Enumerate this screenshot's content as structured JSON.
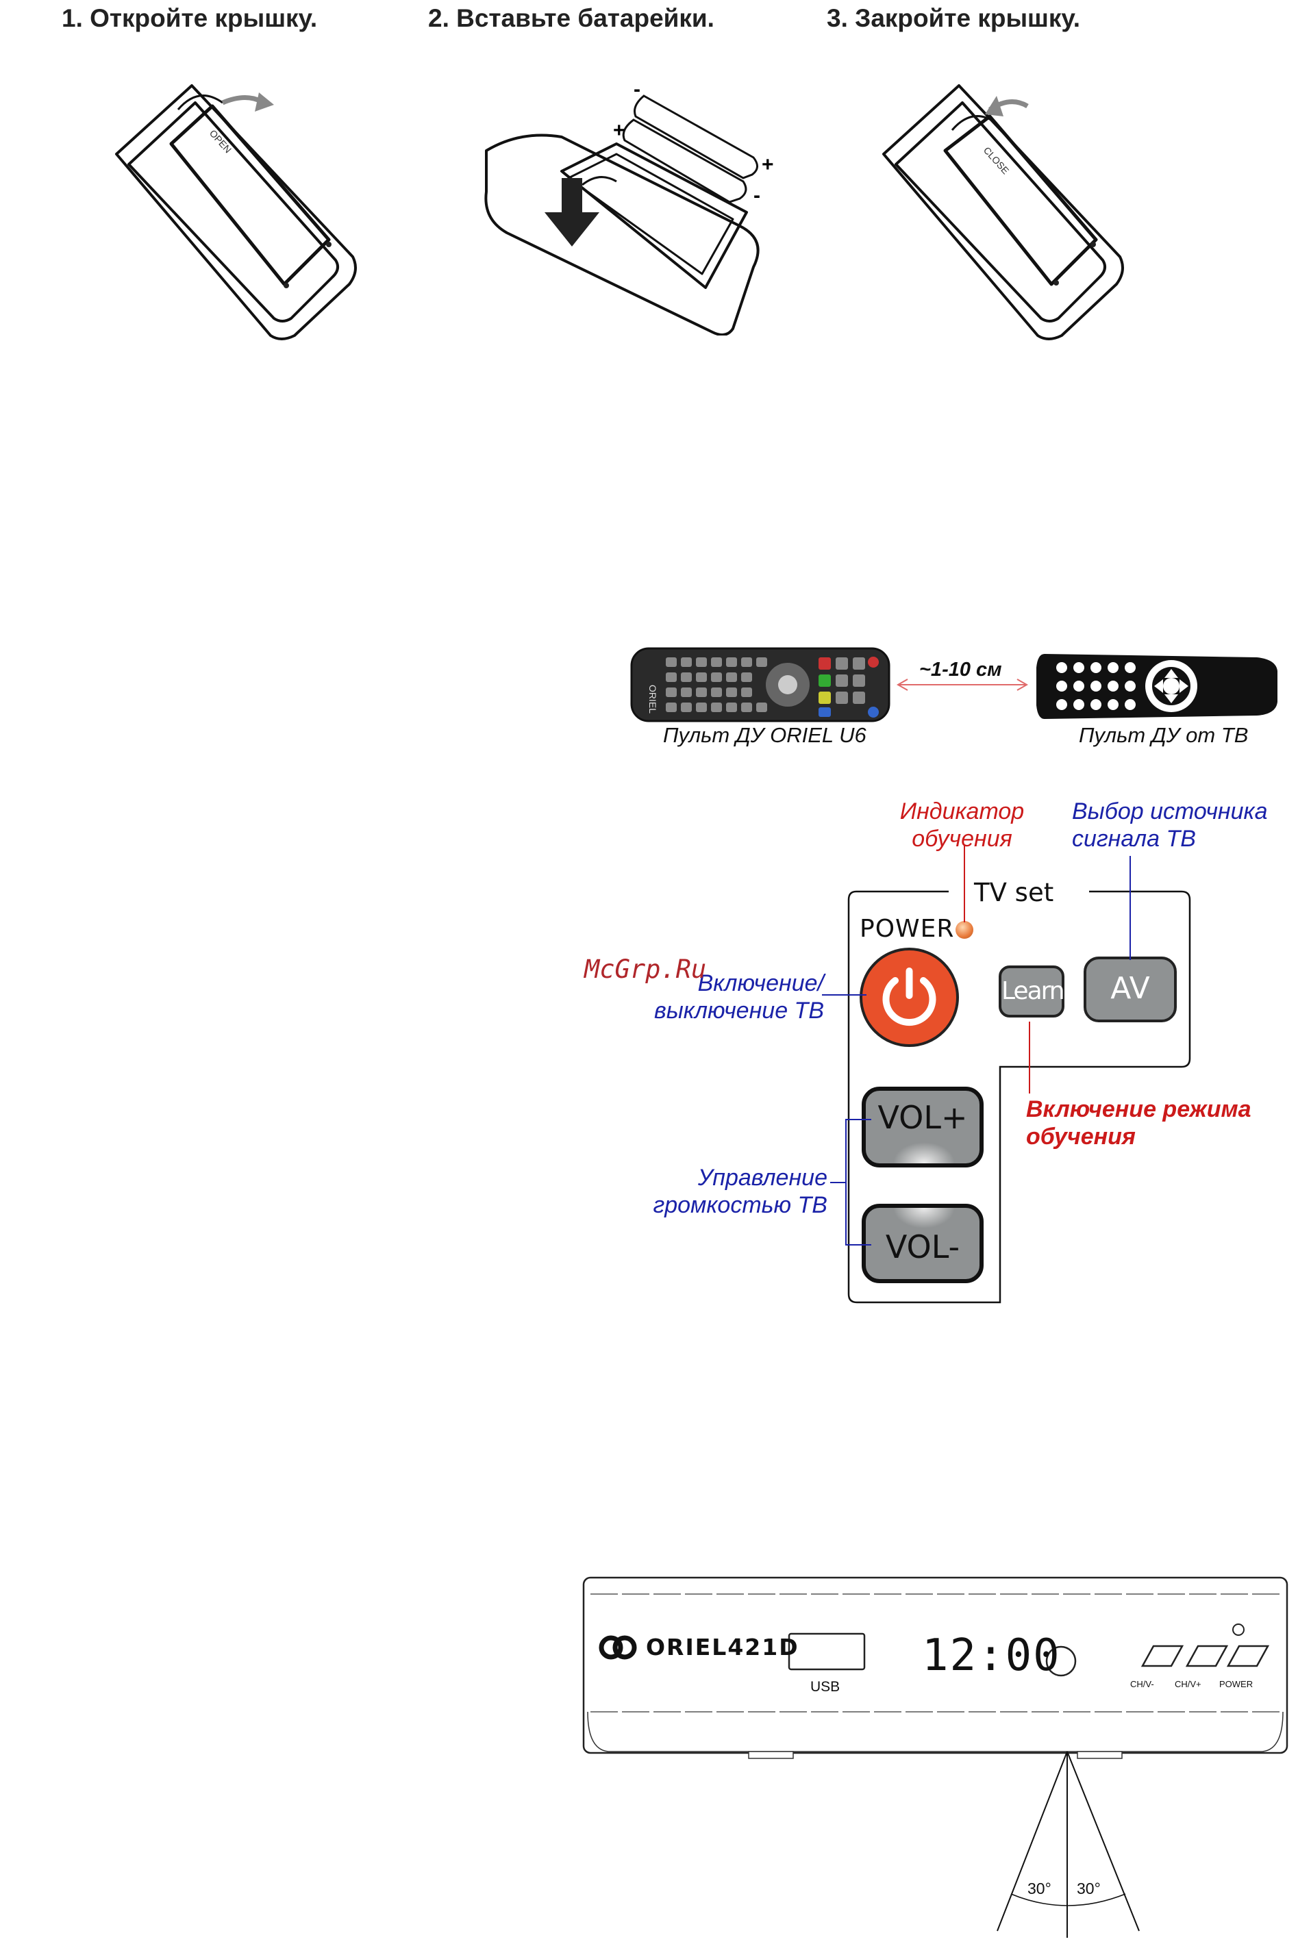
{
  "steps": [
    {
      "title": "1. Откройте крышку.",
      "cover_label": "OPEN"
    },
    {
      "title": "2. Вставьте батарейки.",
      "plus": "+",
      "minus": "-"
    },
    {
      "title": "3. Закройте крышку.",
      "cover_label": "CLOSE"
    }
  ],
  "learning": {
    "distance": "~1-10 см",
    "remote_left_caption": "Пульт ДУ ORIEL U6",
    "remote_right_caption": "Пульт ДУ от ТВ"
  },
  "tv_panel": {
    "title": "TV set",
    "power_label": "POWER",
    "learn_label": "Learn",
    "av_label": "AV",
    "vol_plus_label": "VOL+",
    "vol_minus_label": "VOL-",
    "callouts": {
      "indicator": [
        "Индикатор",
        "обучения"
      ],
      "source": [
        "Выбор источника",
        "сигнала ТВ"
      ],
      "power": [
        "Включение/",
        "выключение ТВ"
      ],
      "learn_mode": [
        "Включение режима",
        "обучения"
      ],
      "volume": [
        "Управление",
        "громкостью ТВ"
      ]
    },
    "watermark": "McGrp.Ru",
    "colors": {
      "power_button": "#e8502a",
      "indicator_led": "#e87a3a",
      "button_gray": "#8f9293",
      "red_text": "#cc1a1a",
      "blue_text": "#1a22a8"
    }
  },
  "receiver": {
    "brand": "ORIEL421D",
    "usb_label": "USB",
    "clock": "12:00",
    "button_labels": [
      "CH/V-",
      "CH/V+",
      "POWER"
    ],
    "angle_left": "30°",
    "angle_right": "30°"
  }
}
